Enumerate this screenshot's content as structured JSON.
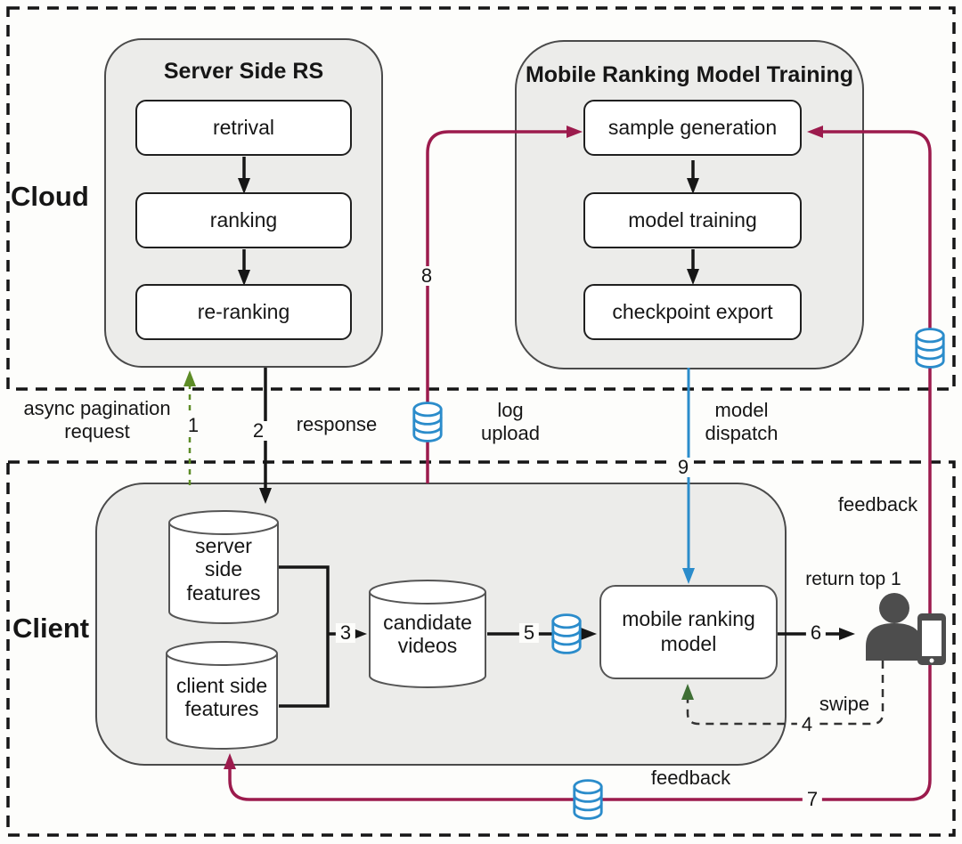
{
  "colors": {
    "maroon": "#9c1b4d",
    "blue": "#2b8ccb",
    "olive_green": "#5d8c26",
    "dark_green": "#3f6f35",
    "line_black": "#161616",
    "box_fill": "#ececea"
  },
  "cloud": {
    "label": "Cloud",
    "server_rs": {
      "title": "Server Side RS",
      "steps": [
        "retrival",
        "ranking",
        "re-ranking"
      ]
    },
    "training": {
      "title": "Mobile Ranking Model Training",
      "steps": [
        "sample generation",
        "model training",
        "checkpoint export"
      ]
    }
  },
  "client": {
    "label": "Client",
    "server_features": "server side features",
    "client_features": "client side features",
    "candidate_videos": "candidate videos",
    "model": "mobile ranking model"
  },
  "edges": {
    "async_request": {
      "label": "async pagination request",
      "num": "1"
    },
    "response": {
      "label": "response",
      "num": "2"
    },
    "features_merge": {
      "num": "3"
    },
    "swipe": {
      "label": "swipe",
      "num": "4"
    },
    "candidates_to_model": {
      "num": "5"
    },
    "return_top1": {
      "label": "return top 1",
      "num": "6"
    },
    "feedback_bottom": {
      "label": "feedback",
      "num": "7"
    },
    "log_upload": {
      "label": "log upload",
      "num": "8"
    },
    "model_dispatch": {
      "label": "model dispatch",
      "num": "9"
    },
    "feedback_top": {
      "label": "feedback"
    }
  }
}
